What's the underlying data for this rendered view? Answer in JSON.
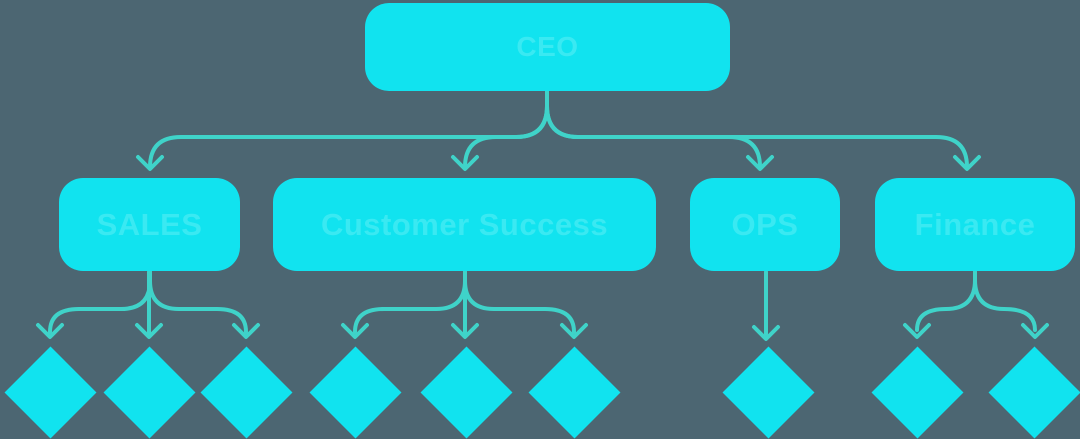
{
  "colors": {
    "background": "#4c6672",
    "node_fill": "#11e3ef",
    "node_label": "#3ae9f2",
    "connector": "#3fd3c9"
  },
  "org_chart": {
    "root": {
      "label": "CEO"
    },
    "departments": [
      {
        "label": "SALES",
        "leaf_count": 3
      },
      {
        "label": "Customer Success",
        "leaf_count": 3
      },
      {
        "label": "OPS",
        "leaf_count": 1
      },
      {
        "label": "Finance",
        "leaf_count": 2
      }
    ]
  }
}
